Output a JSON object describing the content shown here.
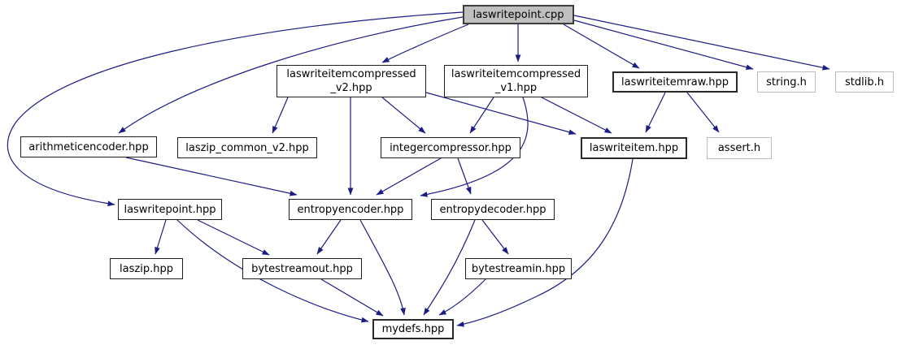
{
  "diagram": {
    "type": "include-dependency-graph",
    "edge_color": "#1c1c85",
    "current_node_fill": "#bfbfbf",
    "internal_node_border": "#1f1f1f",
    "external_node_border": "#bdbdbd",
    "nodes": {
      "laswritepoint_cpp": {
        "label": "laswritepoint.cpp",
        "kind": "source-current"
      },
      "laswriteitemcompressed_v2": {
        "label": "laswriteitemcompressed",
        "label2": "_v2.hpp",
        "kind": "header"
      },
      "laswriteitemcompressed_v1": {
        "label": "laswriteitemcompressed",
        "label2": "_v1.hpp",
        "kind": "header"
      },
      "laswriteitemraw": {
        "label": "laswriteitemraw.hpp",
        "kind": "header"
      },
      "string_h": {
        "label": "string.h",
        "kind": "external"
      },
      "stdlib_h": {
        "label": "stdlib.h",
        "kind": "external"
      },
      "arithmeticencoder": {
        "label": "arithmeticencoder.hpp",
        "kind": "header"
      },
      "laszip_common_v2": {
        "label": "laszip_common_v2.hpp",
        "kind": "header"
      },
      "integercompressor": {
        "label": "integercompressor.hpp",
        "kind": "header"
      },
      "laswriteitem": {
        "label": "laswriteitem.hpp",
        "kind": "header"
      },
      "assert_h": {
        "label": "assert.h",
        "kind": "external"
      },
      "laswritepoint_hpp": {
        "label": "laswritepoint.hpp",
        "kind": "header"
      },
      "entropyencoder": {
        "label": "entropyencoder.hpp",
        "kind": "header"
      },
      "entropydecoder": {
        "label": "entropydecoder.hpp",
        "kind": "header"
      },
      "laszip_hpp": {
        "label": "laszip.hpp",
        "kind": "header"
      },
      "bytestreamout": {
        "label": "bytestreamout.hpp",
        "kind": "header"
      },
      "bytestreamin": {
        "label": "bytestreamin.hpp",
        "kind": "header"
      },
      "mydefs": {
        "label": "mydefs.hpp",
        "kind": "header"
      }
    },
    "edges": [
      {
        "from": "laswritepoint.cpp",
        "to": "laswriteitemcompressed_v2.hpp"
      },
      {
        "from": "laswritepoint.cpp",
        "to": "laswriteitemcompressed_v1.hpp"
      },
      {
        "from": "laswritepoint.cpp",
        "to": "laswriteitemraw.hpp"
      },
      {
        "from": "laswritepoint.cpp",
        "to": "string.h"
      },
      {
        "from": "laswritepoint.cpp",
        "to": "stdlib.h"
      },
      {
        "from": "laswritepoint.cpp",
        "to": "arithmeticencoder.hpp"
      },
      {
        "from": "laswritepoint.cpp",
        "to": "laswritepoint.hpp"
      },
      {
        "from": "laswriteitemcompressed_v2.hpp",
        "to": "laszip_common_v2.hpp"
      },
      {
        "from": "laswriteitemcompressed_v2.hpp",
        "to": "entropyencoder.hpp"
      },
      {
        "from": "laswriteitemcompressed_v2.hpp",
        "to": "integercompressor.hpp"
      },
      {
        "from": "laswriteitemcompressed_v2.hpp",
        "to": "laswriteitem.hpp"
      },
      {
        "from": "laswriteitemcompressed_v1.hpp",
        "to": "integercompressor.hpp"
      },
      {
        "from": "laswriteitemcompressed_v1.hpp",
        "to": "entropyencoder.hpp"
      },
      {
        "from": "laswriteitemcompressed_v1.hpp",
        "to": "laswriteitem.hpp"
      },
      {
        "from": "laswriteitemraw.hpp",
        "to": "laswriteitem.hpp"
      },
      {
        "from": "laswriteitemraw.hpp",
        "to": "assert.h"
      },
      {
        "from": "arithmeticencoder.hpp",
        "to": "entropyencoder.hpp"
      },
      {
        "from": "integercompressor.hpp",
        "to": "entropyencoder.hpp"
      },
      {
        "from": "integercompressor.hpp",
        "to": "entropydecoder.hpp"
      },
      {
        "from": "laswriteitem.hpp",
        "to": "mydefs.hpp"
      },
      {
        "from": "laswritepoint.hpp",
        "to": "laszip.hpp"
      },
      {
        "from": "laswritepoint.hpp",
        "to": "bytestreamout.hpp"
      },
      {
        "from": "laswritepoint.hpp",
        "to": "mydefs.hpp"
      },
      {
        "from": "entropyencoder.hpp",
        "to": "bytestreamout.hpp"
      },
      {
        "from": "entropyencoder.hpp",
        "to": "mydefs.hpp"
      },
      {
        "from": "entropydecoder.hpp",
        "to": "bytestreamin.hpp"
      },
      {
        "from": "entropydecoder.hpp",
        "to": "mydefs.hpp"
      },
      {
        "from": "bytestreamout.hpp",
        "to": "mydefs.hpp"
      },
      {
        "from": "bytestreamin.hpp",
        "to": "mydefs.hpp"
      }
    ]
  }
}
